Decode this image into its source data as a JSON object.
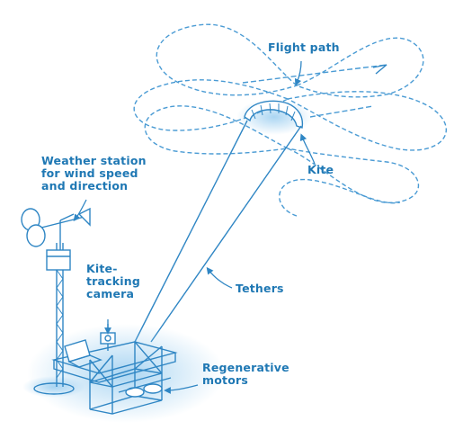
{
  "labels": {
    "flight_path": "Flight path",
    "kite": "Kite",
    "weather_station": [
      "Weather station",
      "for wind speed",
      "and direction"
    ],
    "camera": [
      "Kite-",
      "tracking",
      "camera"
    ],
    "tethers": "Tethers",
    "motors": [
      "Regenerative",
      "motors"
    ]
  },
  "colors": {
    "ink": "#2f86c4",
    "label": "#1f78b4",
    "glow": "#9fd0f0"
  }
}
